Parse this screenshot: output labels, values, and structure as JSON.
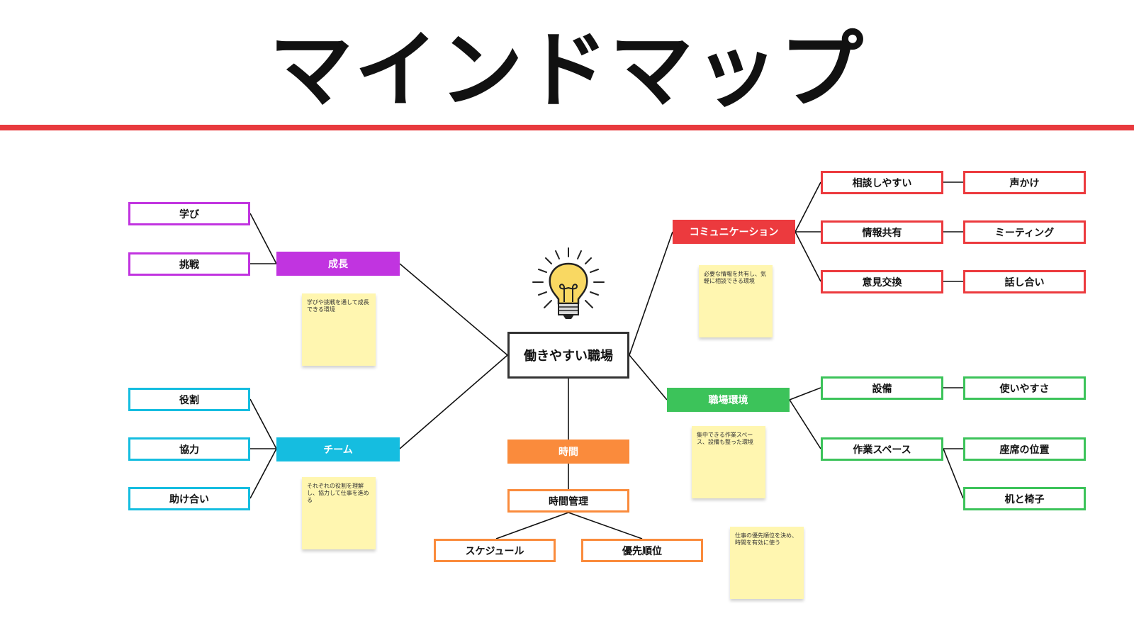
{
  "title": "マインドマップ",
  "colors": {
    "divider": "#e83a3e",
    "growth": "#c134e0",
    "team": "#15bde0",
    "communication": "#ec3a3e",
    "environment": "#3cc35a",
    "time": "#fa8b3c",
    "note": "#fff6b0"
  },
  "center": {
    "label": "働きやすい職場",
    "icon": "lightbulb-icon"
  },
  "growth": {
    "label": "成長",
    "children": [
      "学び",
      "挑戦"
    ],
    "note": "学びや挑戦を通して成長できる環境"
  },
  "team": {
    "label": "チーム",
    "children": [
      "役割",
      "協力",
      "助け合い"
    ],
    "note": "それぞれの役割を理解し、協力して仕事を進める"
  },
  "communication": {
    "label": "コミュニケーション",
    "children": [
      {
        "label": "相談しやすい",
        "child": "声かけ"
      },
      {
        "label": "情報共有",
        "child": "ミーティング"
      },
      {
        "label": "意見交換",
        "child": "話し合い"
      }
    ],
    "note": "必要な情報を共有し、気軽に相談できる環境"
  },
  "environment": {
    "label": "職場環境",
    "facility": {
      "label": "設備",
      "children": [
        "使いやすさ"
      ]
    },
    "workspace": {
      "label": "作業スペース",
      "children": [
        "座席の位置",
        "机と椅子"
      ]
    },
    "note": "集中できる作業スペース、設備も整った環境"
  },
  "time": {
    "label": "時間",
    "management": "時間管理",
    "children": [
      "スケジュール",
      "優先順位"
    ],
    "note": "仕事の優先順位を決め、時間を有効に使う"
  }
}
